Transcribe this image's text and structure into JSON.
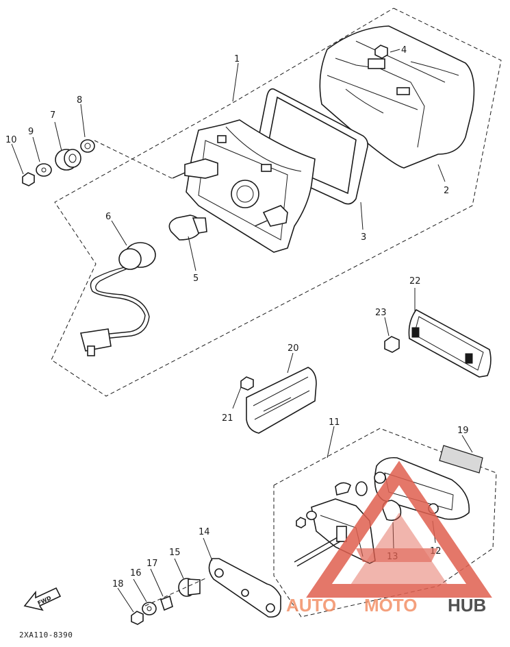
{
  "diagram_code": "2XA110-8390",
  "fwd_label": "FWD",
  "watermark": {
    "left": "AUTO",
    "middle": "MOTO",
    "right": "HUB",
    "color_accent": "#f28f66",
    "color_dark": "#333333",
    "logo_color": "#e06050"
  },
  "callouts": [
    {
      "id": "1",
      "text": "1"
    },
    {
      "id": "2",
      "text": "2"
    },
    {
      "id": "3",
      "text": "3"
    },
    {
      "id": "4",
      "text": "4"
    },
    {
      "id": "5",
      "text": "5"
    },
    {
      "id": "6",
      "text": "6"
    },
    {
      "id": "7",
      "text": "7"
    },
    {
      "id": "8",
      "text": "8"
    },
    {
      "id": "9",
      "text": "9"
    },
    {
      "id": "10",
      "text": "10"
    },
    {
      "id": "11",
      "text": "11"
    },
    {
      "id": "12",
      "text": "12"
    },
    {
      "id": "13",
      "text": "13"
    },
    {
      "id": "14",
      "text": "14"
    },
    {
      "id": "15",
      "text": "15"
    },
    {
      "id": "16",
      "text": "16"
    },
    {
      "id": "17",
      "text": "17"
    },
    {
      "id": "18",
      "text": "18"
    },
    {
      "id": "19",
      "text": "19"
    },
    {
      "id": "20",
      "text": "20"
    },
    {
      "id": "21",
      "text": "21"
    },
    {
      "id": "22",
      "text": "22"
    },
    {
      "id": "23",
      "text": "23"
    }
  ]
}
